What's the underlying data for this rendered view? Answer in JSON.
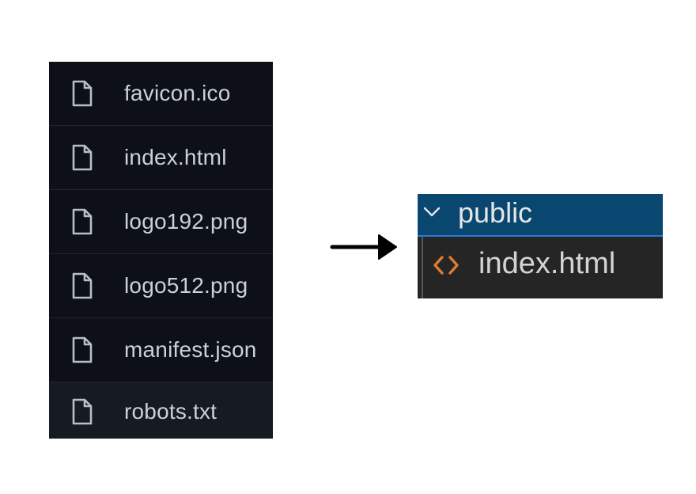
{
  "github_file_list": {
    "files": [
      {
        "name": "favicon.ico",
        "icon": "file-icon"
      },
      {
        "name": "index.html",
        "icon": "file-icon"
      },
      {
        "name": "logo192.png",
        "icon": "file-icon"
      },
      {
        "name": "logo512.png",
        "icon": "file-icon"
      },
      {
        "name": "manifest.json",
        "icon": "file-icon"
      },
      {
        "name": "robots.txt",
        "icon": "file-icon"
      }
    ]
  },
  "arrow": {
    "icon": "right-arrow-icon"
  },
  "vscode_explorer": {
    "folder": {
      "name": "public",
      "icon": "chevron-down-icon"
    },
    "file": {
      "name": "index.html",
      "icon": "html-code-icon"
    }
  },
  "colors": {
    "github_bg": "#0d1117",
    "github_text": "#c9d1d9",
    "vscode_selection": "#094771",
    "vscode_focus_border": "#2a7bd6",
    "vscode_bg": "#252526",
    "html_icon": "#e37933"
  }
}
